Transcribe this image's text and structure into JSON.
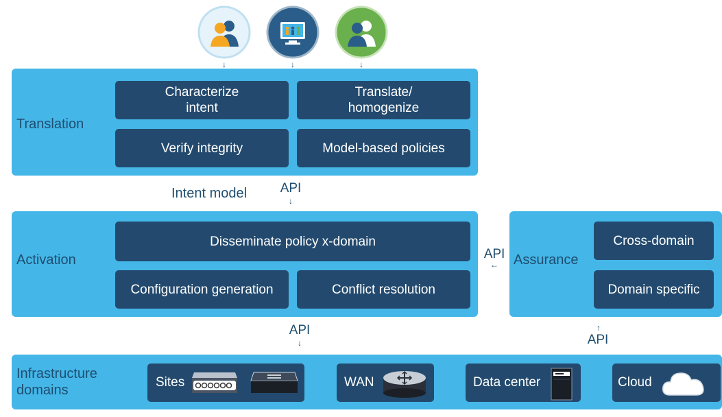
{
  "translation": {
    "label": "Translation",
    "boxes": [
      "Characterize\nintent",
      "Translate/\nhomogenize",
      "Verify integrity",
      "Model-based policies"
    ]
  },
  "intent_model": "Intent model",
  "api": "API",
  "activation": {
    "label": "Activation",
    "boxes": [
      "Disseminate policy x-domain",
      "Configuration generation",
      "Conflict resolution"
    ]
  },
  "assurance": {
    "label": "Assurance",
    "boxes": [
      "Cross-domain",
      "Domain specific"
    ]
  },
  "infrastructure": {
    "label": "Infrastructure\ndomains",
    "items": [
      "Sites",
      "WAN",
      "Data center",
      "Cloud"
    ]
  },
  "icons": [
    "users-icon",
    "network-monitor-icon",
    "user-pair-icon",
    "switch-icon",
    "router-icon",
    "server-icon",
    "cloud-icon"
  ],
  "colors": {
    "panel": "#44b6e8",
    "box": "#234a6e",
    "text": "#1f4e70"
  }
}
